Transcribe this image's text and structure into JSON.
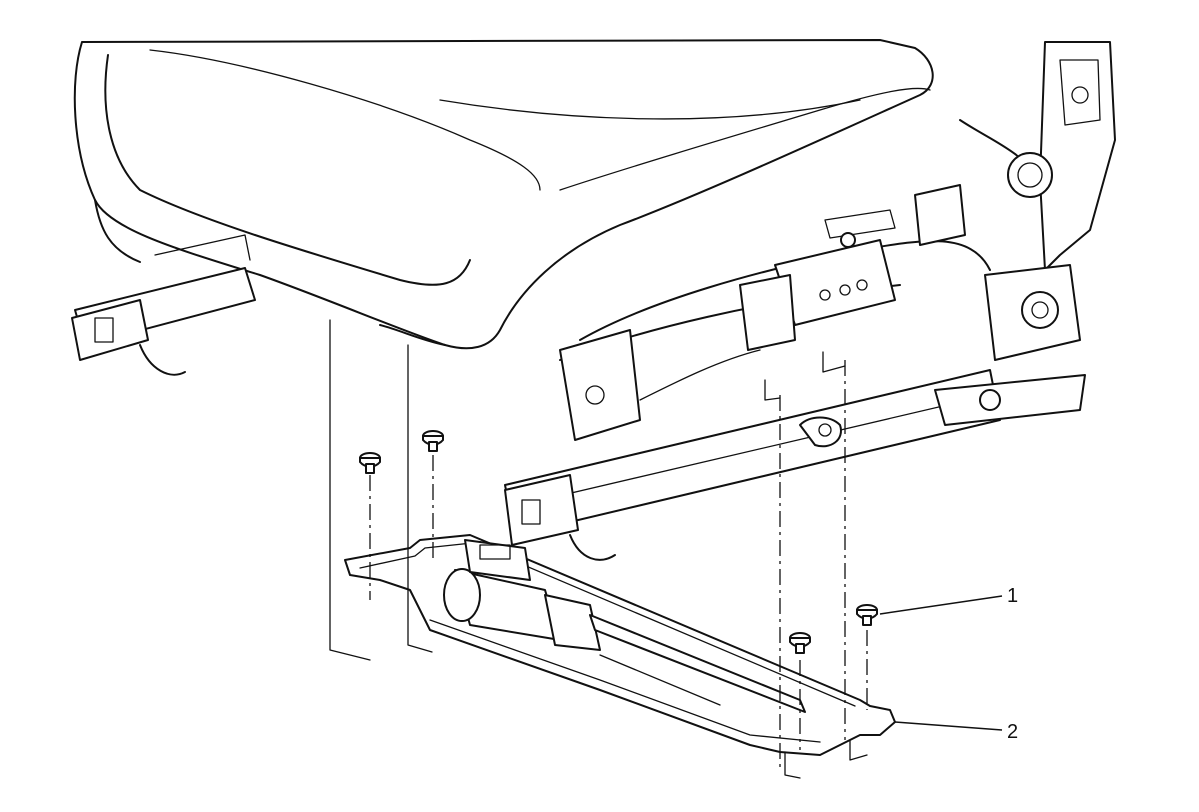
{
  "diagram": {
    "callouts": [
      {
        "number": "1",
        "part": "fastener"
      },
      {
        "number": "2",
        "part": "motor-bracket"
      }
    ],
    "fastener_count": 4,
    "line_color": "#111111",
    "background_color": "#ffffff"
  }
}
